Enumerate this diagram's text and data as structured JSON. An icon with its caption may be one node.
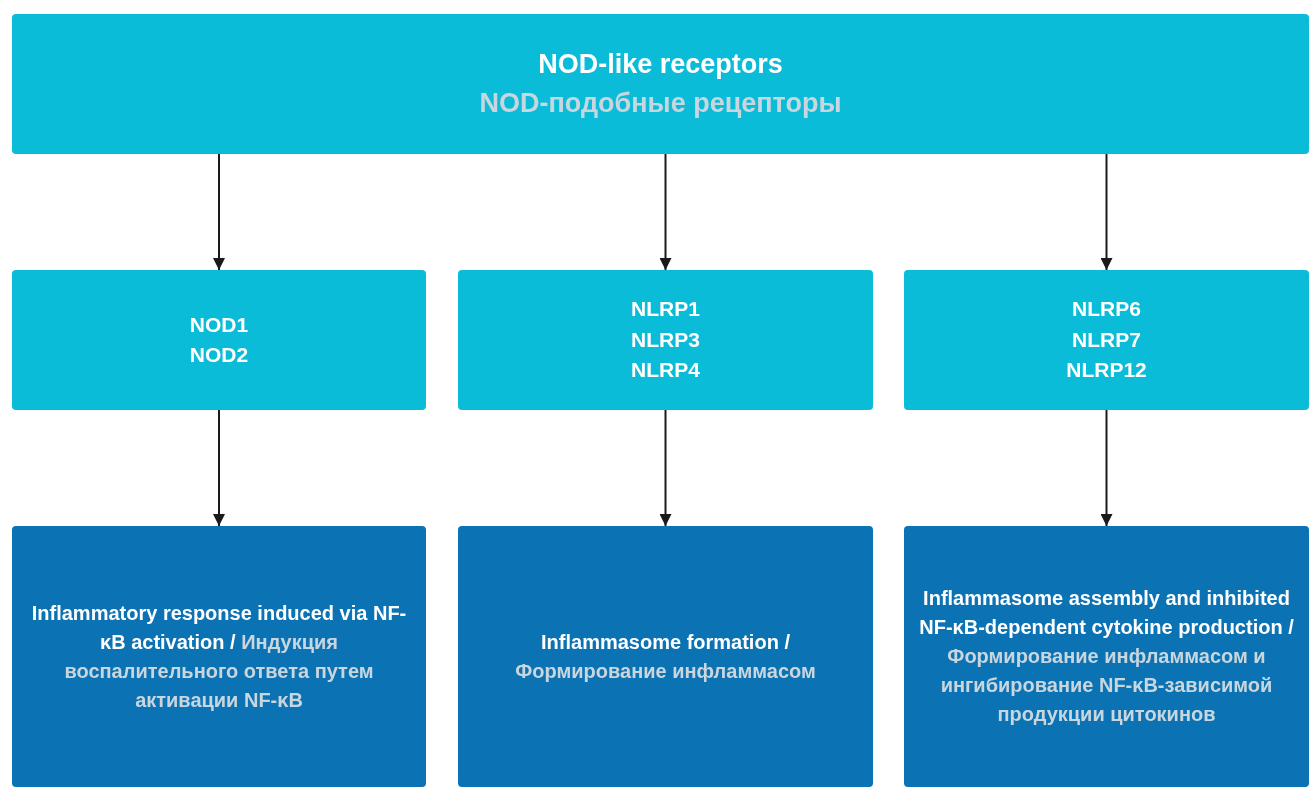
{
  "diagram": {
    "nodes": [
      {
        "text": [
          "NOD-like receptors",
          "NOD-подобные рецепторы"
        ]
      },
      {
        "text": [
          "NOD1",
          "NOD2"
        ]
      },
      {
        "text": [
          "NLRP1",
          "NLRP3",
          "NLRP4"
        ]
      },
      {
        "text": [
          "NLRP6",
          "NLRP7",
          "NLRP12"
        ]
      },
      {
        "text": [
          "Inflammatory response induced via NF-κB activation /",
          "Индукция воспалительного ответа путем активации NF-κB"
        ]
      },
      {
        "text": [
          "Inflammasome formation /",
          "Формирование инфламмасом"
        ]
      },
      {
        "text": [
          "Inflammasome assembly and inhibited NF-κB-dependent cytokine production /",
          "Формирование инфламмасом и ингибирование NF-κB-зависимой продукции цитокинов"
        ]
      }
    ],
    "edges": [
      {
        "from": 0,
        "to": 1,
        "arrow": "to"
      },
      {
        "from": 0,
        "to": 2,
        "arrow": "to"
      },
      {
        "from": 0,
        "to": 3,
        "arrow": "to"
      },
      {
        "from": 1,
        "to": 4,
        "arrow": "to"
      },
      {
        "from": 2,
        "to": 5,
        "arrow": "to"
      },
      {
        "from": 3,
        "to": 6,
        "arrow": "to"
      }
    ]
  }
}
